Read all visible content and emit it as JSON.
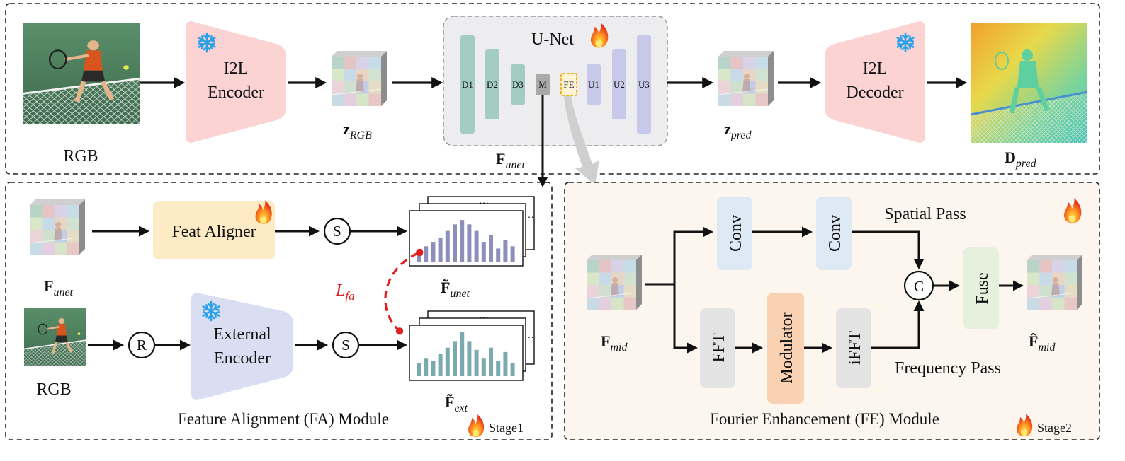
{
  "colors": {
    "encoder_pink": "#fbd3d3",
    "external_encoder_blue": "#d9def3",
    "feat_aligner_yellow": "#fdebc6",
    "unet_bg": "#ededf0",
    "unet_down": "#a3ccc3",
    "unet_up": "#c8c9ea",
    "fe_highlight": "#f2b21b",
    "conv_blue": "#dde9f5",
    "fft_gray": "#e3e3e3",
    "modulator_orange": "#f9d2b3",
    "fuse_green": "#e5f1dc",
    "fe_panel_bg": "#fdf6ee",
    "loss_red": "#e02020",
    "fa_hist_bars": "#8d8fbb",
    "ext_hist_bars": "#7aaab0"
  },
  "icons": {
    "frozen": "snowflake-icon",
    "trainable": "flame-icon"
  },
  "top_pipeline": {
    "input_label": "RGB",
    "encoder": {
      "line1": "I2L",
      "line2": "Encoder"
    },
    "latent_in": {
      "main": "z",
      "sub": "RGB"
    },
    "unet": {
      "title": "U-Net",
      "blocks": [
        "D1",
        "D2",
        "D3",
        "M",
        "FE",
        "U1",
        "U2",
        "U3"
      ],
      "feature_out": {
        "main": "F",
        "sub": "unet"
      }
    },
    "latent_out": {
      "main": "z",
      "sub": "pred"
    },
    "decoder": {
      "line1": "I2L",
      "line2": "Decoder"
    },
    "output": {
      "main": "D",
      "sub": "pred"
    }
  },
  "fa_module": {
    "title": "Feature Alignment (FA) Module",
    "stage": "Stage1",
    "feat_aligner": "Feat Aligner",
    "s_node": "S",
    "r_node": "R",
    "external_encoder": {
      "line1": "External",
      "line2": "Encoder"
    },
    "rgb_label": "RGB",
    "f_unet": {
      "main": "F",
      "sub": "unet"
    },
    "f_unet_tilde": {
      "main": "F̃",
      "sub": "unet"
    },
    "f_ext_tilde": {
      "main": "F̃",
      "sub": "ext"
    },
    "loss": {
      "main": "L",
      "sub": "fa"
    },
    "ellipsis": "···"
  },
  "fe_module": {
    "title": "Fourier Enhancement (FE) Module",
    "stage": "Stage2",
    "input": {
      "main": "F",
      "sub": "mid"
    },
    "output": {
      "main": "F̂",
      "sub": "mid"
    },
    "conv1": "Conv",
    "conv2": "Conv",
    "fft": "FFT",
    "modulator": "Modulator",
    "ifft": "iFFT",
    "concat": "C",
    "fuse": "Fuse",
    "spatial_pass": "Spatial Pass",
    "frequency_pass": "Frequency Pass"
  },
  "histogram_unet": [
    0.25,
    0.35,
    0.45,
    0.55,
    0.7,
    0.85,
    0.95,
    0.85,
    0.7,
    0.45,
    0.6,
    0.3,
    0.5,
    0.35
  ],
  "histogram_ext": [
    0.3,
    0.4,
    0.35,
    0.5,
    0.65,
    0.8,
    1.0,
    0.8,
    0.6,
    0.4,
    0.65,
    0.35,
    0.55,
    0.3
  ]
}
